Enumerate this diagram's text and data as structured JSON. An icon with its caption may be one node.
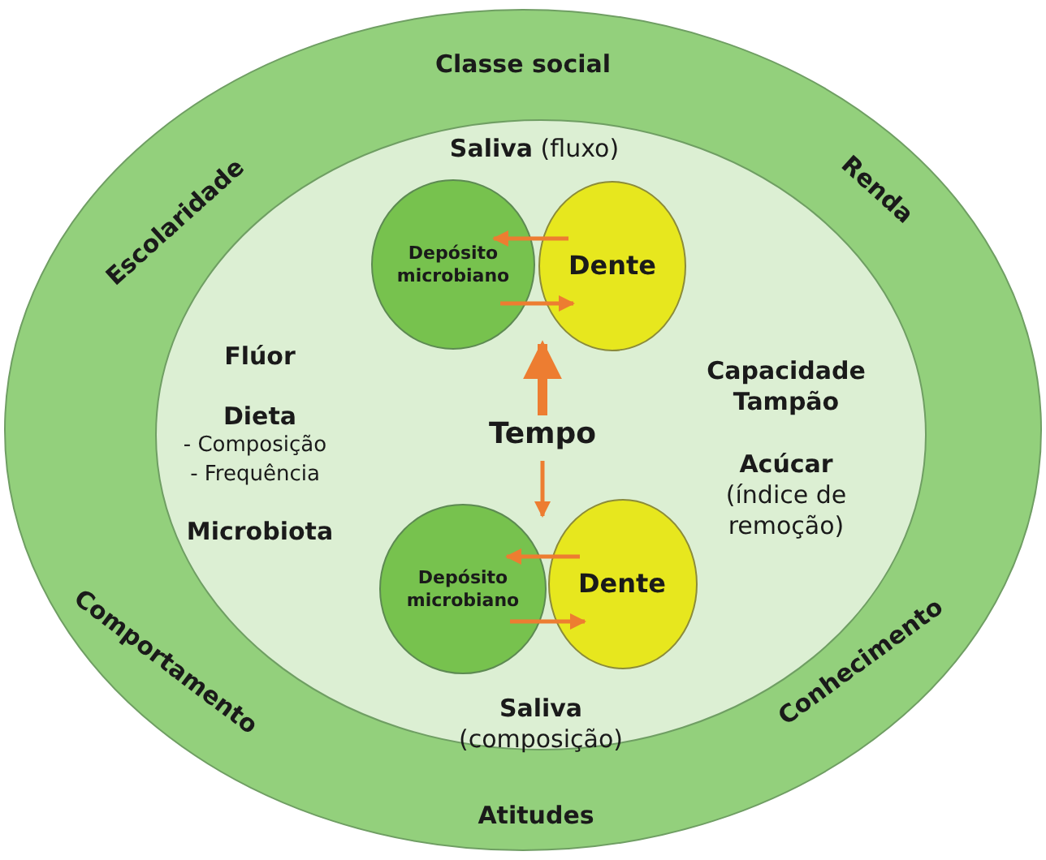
{
  "diagram": {
    "nodes": [
      {
        "text": [
          "Classe social",
          "Renda",
          "Conhecimento",
          "Atitudes",
          "Comportamento",
          "Escolaridade"
        ]
      },
      {
        "text": [
          "**Saliva** (fluxo)",
          "Flúor",
          "Dieta",
          "- Composição",
          "- Frequência",
          "Microbiota",
          "Capacidade Tampão",
          "**Acúcar** (índice de remoção)",
          "**Saliva** (composição)"
        ],
        "in": 0
      },
      {
        "text": [
          "Depósito microbiano"
        ],
        "in": 1
      },
      {
        "text": [
          "Dente"
        ],
        "in": 1
      },
      {
        "text": [
          "Tempo"
        ],
        "in": 1
      },
      {
        "text": [
          "Depósito microbiano"
        ],
        "in": 1
      },
      {
        "text": [
          "Dente"
        ],
        "in": 1
      }
    ],
    "edges": [
      {
        "from": 3,
        "to": 2,
        "arrow": "to"
      },
      {
        "from": 2,
        "to": 3,
        "arrow": "to"
      },
      {
        "from": 4,
        "to": 3,
        "arrow": "to",
        "style": "thick"
      },
      {
        "from": 4,
        "to": 6,
        "arrow": "to"
      },
      {
        "from": 6,
        "to": 5,
        "arrow": "to"
      },
      {
        "from": 5,
        "to": 6,
        "arrow": "to"
      }
    ]
  }
}
